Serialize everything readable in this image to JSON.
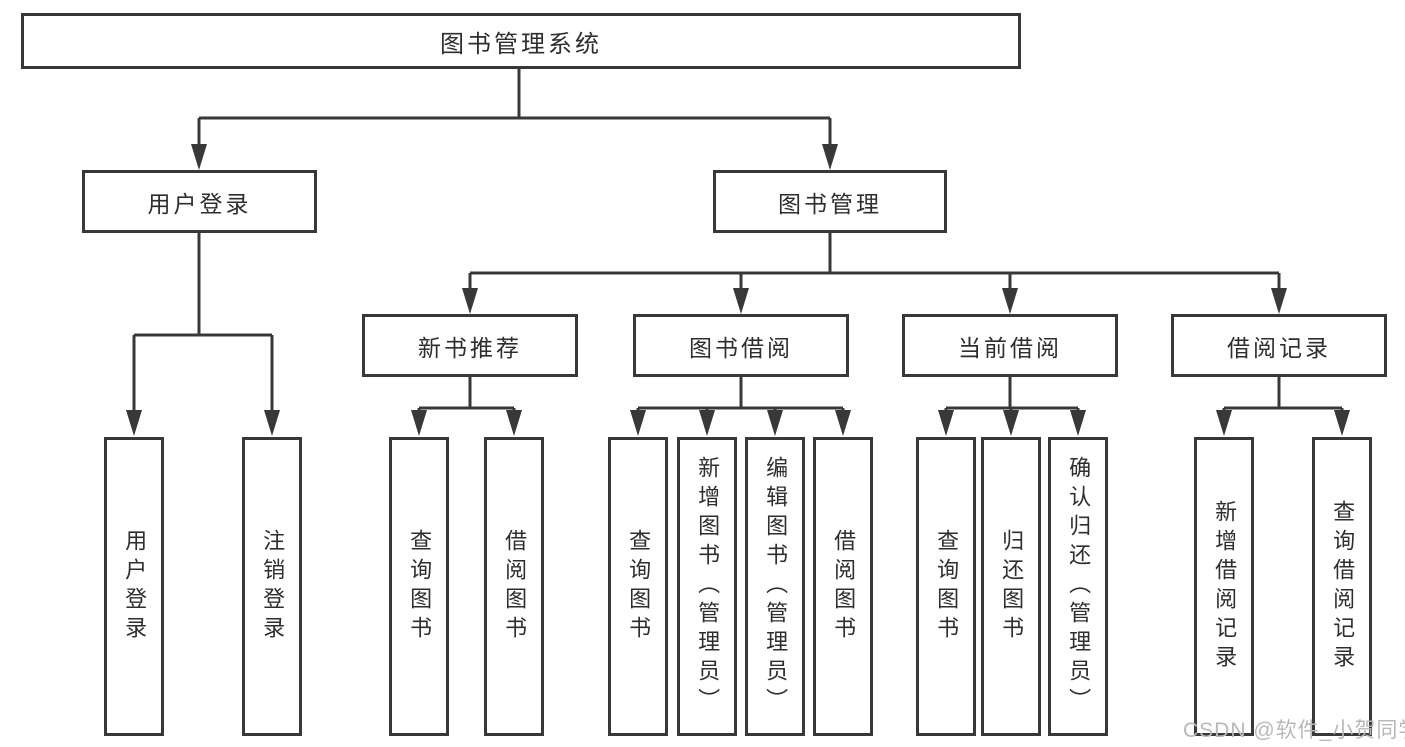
{
  "diagram_type": "hierarchy-tree",
  "root": {
    "label": "图书管理系统"
  },
  "branches": [
    {
      "label": "用户登录",
      "children": [
        {
          "label": "用户登录"
        },
        {
          "label": "注销登录"
        }
      ]
    },
    {
      "label": "图书管理",
      "children": [
        {
          "label": "新书推荐",
          "children": [
            {
              "label": "查询图书"
            },
            {
              "label": "借阅图书"
            }
          ]
        },
        {
          "label": "图书借阅",
          "children": [
            {
              "label": "查询图书"
            },
            {
              "label": "新增图书（管理员）"
            },
            {
              "label": "编辑图书（管理员）"
            },
            {
              "label": "借阅图书"
            }
          ]
        },
        {
          "label": "当前借阅",
          "children": [
            {
              "label": "查询图书"
            },
            {
              "label": "归还图书"
            },
            {
              "label": "确认归还（管理员）"
            }
          ]
        },
        {
          "label": "借阅记录",
          "children": [
            {
              "label": "新增借阅记录"
            },
            {
              "label": "查询借阅记录"
            }
          ]
        }
      ]
    }
  ],
  "watermark": {
    "text": "CSDN @软件_小贺同学",
    "color": "#b8b8b8"
  },
  "colors": {
    "background": "#ffffff",
    "box_fill": "#ffffff",
    "box_border": "#383838",
    "connector": "#383838",
    "text": "#2e2e2e"
  }
}
